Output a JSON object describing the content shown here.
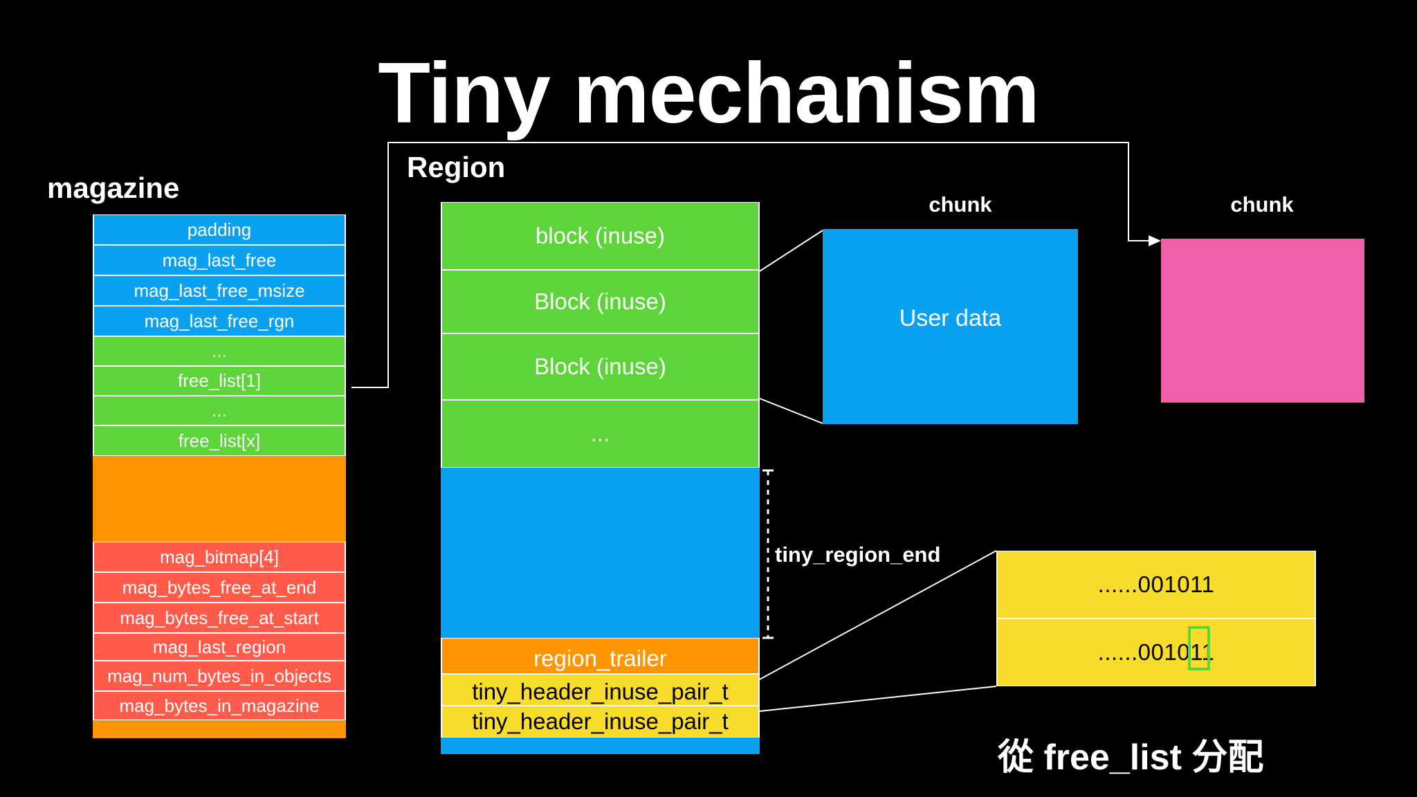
{
  "title": "Tiny mechanism",
  "magazine": {
    "label": "magazine",
    "rows": [
      {
        "label": "padding",
        "color": "blue"
      },
      {
        "label": "mag_last_free",
        "color": "blue"
      },
      {
        "label": "mag_last_free_msize",
        "color": "blue"
      },
      {
        "label": "mag_last_free_rgn",
        "color": "blue"
      },
      {
        "label": "...",
        "color": "green"
      },
      {
        "label": "free_list[1]",
        "color": "green"
      },
      {
        "label": "...",
        "color": "green"
      },
      {
        "label": "free_list[x]",
        "color": "green"
      },
      {
        "label": "",
        "color": "orange"
      },
      {
        "label": "mag_bitmap[4]",
        "color": "red"
      },
      {
        "label": "mag_bytes_free_at_end",
        "color": "red"
      },
      {
        "label": "mag_bytes_free_at_start",
        "color": "red"
      },
      {
        "label": "mag_last_region",
        "color": "red"
      },
      {
        "label": "mag_num_bytes_in_objects",
        "color": "red"
      },
      {
        "label": "mag_bytes_in_magazine",
        "color": "red"
      },
      {
        "label": "",
        "color": "orange"
      }
    ]
  },
  "region": {
    "label": "Region",
    "rows": [
      {
        "label": "block (inuse)",
        "color": "green"
      },
      {
        "label": "Block (inuse)",
        "color": "green"
      },
      {
        "label": "Block (inuse)",
        "color": "green"
      },
      {
        "label": "...",
        "color": "green"
      },
      {
        "label": "",
        "color": "blue"
      },
      {
        "label": "region_trailer",
        "color": "orange"
      },
      {
        "label": "tiny_header_inuse_pair_t",
        "color": "yellow"
      },
      {
        "label": "tiny_header_inuse_pair_t",
        "color": "yellow"
      },
      {
        "label": "",
        "color": "blue"
      }
    ],
    "end_label": "tiny_region_end"
  },
  "chunk_left": {
    "label": "chunk",
    "content": "User data",
    "color": "#0aa2f0"
  },
  "chunk_right": {
    "label": "chunk",
    "content": "",
    "color": "#f060a8"
  },
  "bitmap": {
    "rows": [
      "......001011",
      "......001011"
    ],
    "highlighted_bit": "1"
  },
  "caption": "從 free_list 分配",
  "colors": {
    "blue": "#0aa2f0",
    "green": "#5cd43a",
    "orange": "#ff9500",
    "red": "#ff5a4a",
    "yellow": "#f8dc2c",
    "pink": "#f060a8"
  }
}
